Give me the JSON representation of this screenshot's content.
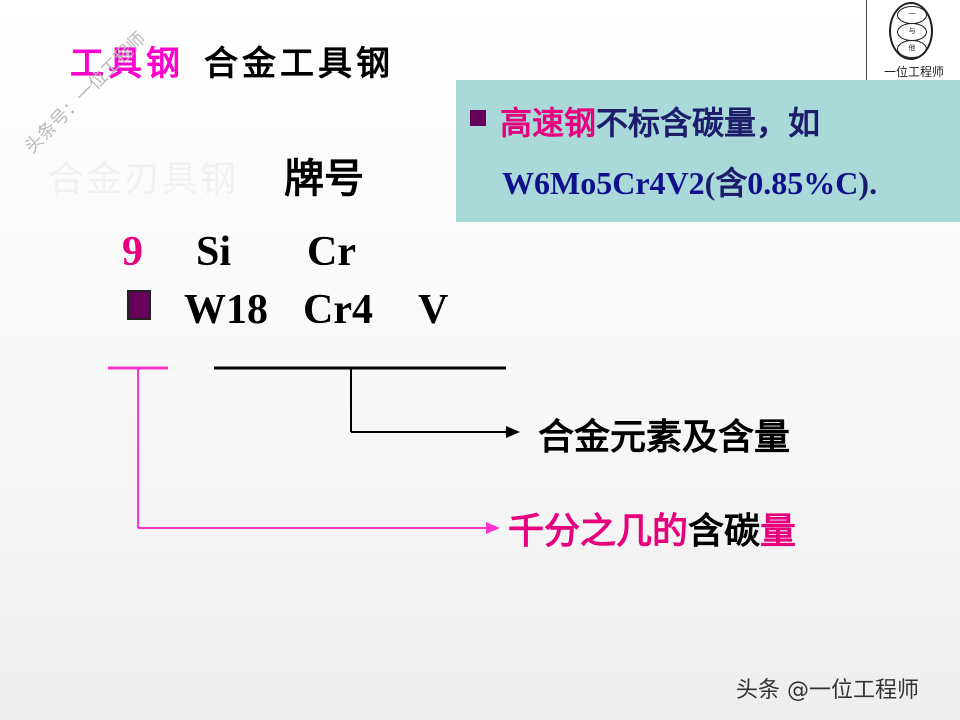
{
  "title": {
    "part1": "工具钢",
    "part2": "合金工具钢"
  },
  "logo": {
    "caption": "一位工程师",
    "ring_top": "一",
    "ring_mid": "与",
    "ring_bot": "他"
  },
  "watermark": {
    "diagonal": "头条号：一位工程师",
    "ghost": "合金刃具钢"
  },
  "heading": "牌号",
  "info_box": {
    "line1": {
      "pink": "高速钢",
      "rest": "不标含碳量，如"
    },
    "line2": {
      "a": "W6Mo5Cr4V2",
      "b": "(含",
      "c": "0.85%C",
      "d": ")."
    }
  },
  "grade_row1": {
    "carbon": "9",
    "e1": "Si",
    "e2": "Cr"
  },
  "grade_row2": {
    "e1": "W18",
    "e2": "Cr4",
    "e3": "V"
  },
  "labels": {
    "alloy": "合金元素及含量",
    "carbon_pink": "千分之几的",
    "carbon_black": "含碳",
    "carbon_end": "量"
  },
  "footer": "头条 @一位工程师",
  "colors": {
    "pink": "#e6007e",
    "info_bg": "#a9d9d9",
    "square": "#66005a"
  }
}
